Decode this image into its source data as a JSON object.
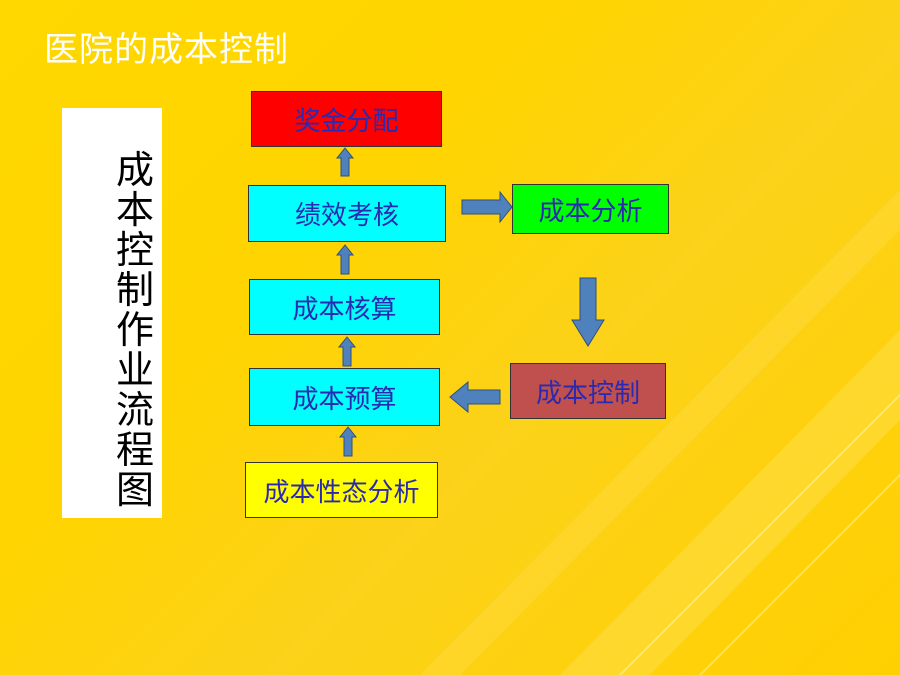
{
  "slide": {
    "title": "医院的成本控制",
    "side_label": "成本控制作业流程图"
  },
  "flow": {
    "bonus": "奖金分配",
    "performance": "绩效考核",
    "cost_analysis": "成本分析",
    "cost_accounting": "成本核算",
    "cost_budget": "成本预算",
    "cost_control": "成本控制",
    "cost_behavior": "成本性态分析"
  },
  "colors": {
    "background": "#ffd800",
    "bonus_fill": "#ff0000",
    "performance_fill": "#00ffff",
    "cost_analysis_fill": "#00ff00",
    "cost_accounting_fill": "#00ffff",
    "cost_budget_fill": "#00ffff",
    "cost_control_fill": "#c0504d",
    "cost_behavior_fill": "#ffff00",
    "arrow_fill": "#4f81bd",
    "box_text": "#2a2ab0"
  }
}
